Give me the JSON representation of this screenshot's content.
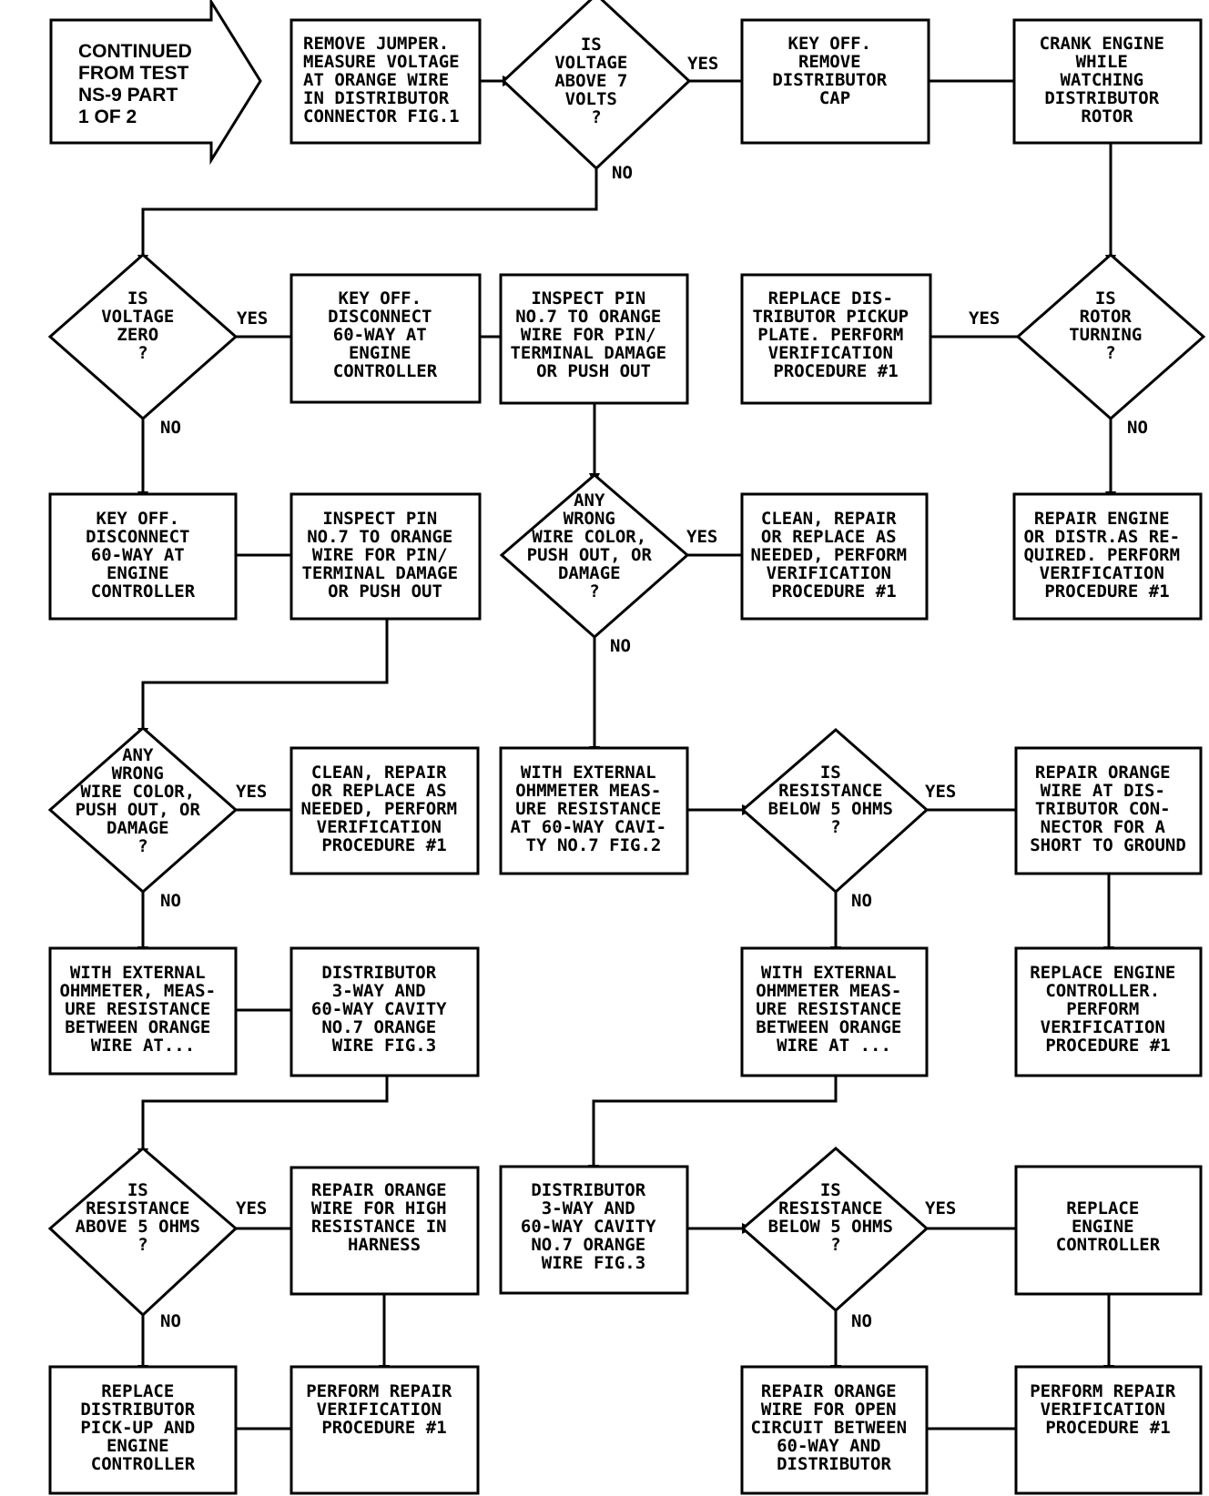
{
  "nodes": {
    "start": {
      "lines": [
        "CONTINUED",
        "FROM TEST",
        "NS-9 PART",
        "1 OF 2"
      ]
    },
    "n_remove_jumper": {
      "lines": [
        "REMOVE JUMPER.",
        "MEASURE VOLTAGE",
        "AT ORANGE WIRE",
        "IN DISTRIBUTOR",
        "CONNECTOR FIG.1"
      ]
    },
    "d_voltage_above_7": {
      "lines": [
        "IS",
        "VOLTAGE",
        "ABOVE 7",
        "VOLTS",
        "?"
      ]
    },
    "n_remove_cap": {
      "lines": [
        "KEY OFF.",
        "REMOVE",
        "DISTRIBUTOR",
        "CAP"
      ]
    },
    "n_crank_engine": {
      "lines": [
        "CRANK ENGINE",
        "WHILE",
        "WATCHING",
        "DISTRIBUTOR",
        "ROTOR"
      ]
    },
    "d_voltage_zero": {
      "lines": [
        "IS",
        "VOLTAGE",
        "ZERO",
        "?"
      ]
    },
    "n_disconnect_60way_a": {
      "lines": [
        "KEY OFF.",
        "DISCONNECT",
        "60-WAY AT",
        "ENGINE",
        "CONTROLLER"
      ]
    },
    "n_inspect_pin_a": {
      "lines": [
        "INSPECT PIN",
        "NO.7 TO ORANGE",
        "WIRE FOR PIN/",
        "TERMINAL DAMAGE",
        "OR PUSH OUT"
      ]
    },
    "n_replace_pickup_plate": {
      "lines": [
        "REPLACE DIS-",
        "TRIBUTOR PICKUP",
        "PLATE. PERFORM",
        "VERIFICATION",
        "PROCEDURE #1"
      ]
    },
    "d_rotor_turning": {
      "lines": [
        "IS",
        "ROTOR",
        "TURNING",
        "?"
      ]
    },
    "n_disconnect_60way_b": {
      "lines": [
        "KEY OFF.",
        "DISCONNECT",
        "60-WAY AT",
        "ENGINE",
        "CONTROLLER"
      ]
    },
    "n_inspect_pin_b": {
      "lines": [
        "INSPECT PIN",
        "NO.7 TO ORANGE",
        "WIRE FOR PIN/",
        "TERMINAL DAMAGE",
        "OR PUSH OUT"
      ]
    },
    "d_wrong_color_a": {
      "lines": [
        "ANY",
        "WRONG",
        "WIRE COLOR,",
        "PUSH OUT, OR",
        "DAMAGE",
        "?"
      ]
    },
    "n_clean_repair_a": {
      "lines": [
        "CLEAN, REPAIR",
        "OR REPLACE AS",
        "NEEDED, PERFORM",
        "VERIFICATION",
        "PROCEDURE #1"
      ]
    },
    "n_repair_engine_dista": {
      "lines": [
        "REPAIR ENGINE",
        "OR DISTR.AS RE-",
        "QUIRED. PERFORM",
        "VERIFICATION",
        "PROCEDURE #1"
      ]
    },
    "d_wrong_color_b": {
      "lines": [
        "ANY",
        "WRONG",
        "WIRE COLOR,",
        "PUSH OUT, OR",
        "DAMAGE",
        "?"
      ]
    },
    "n_clean_repair_b": {
      "lines": [
        "CLEAN, REPAIR",
        "OR REPLACE AS",
        "NEEDED, PERFORM",
        "VERIFICATION",
        "PROCEDURE #1"
      ]
    },
    "n_ohmmeter_cavity7": {
      "lines": [
        "WITH EXTERNAL",
        "OHMMETER MEAS-",
        "URE RESISTANCE",
        "AT 60-WAY CAVI-",
        "TY NO.7 FIG.2"
      ]
    },
    "d_below_5_a": {
      "lines": [
        "IS",
        "RESISTANCE",
        "BELOW 5 OHMS",
        "?"
      ]
    },
    "n_repair_short": {
      "lines": [
        "REPAIR ORANGE",
        "WIRE AT DIS-",
        "TRIBUTOR CON-",
        "NECTOR FOR A",
        "SHORT TO GROUND"
      ]
    },
    "n_ohmmeter_between_a": {
      "lines": [
        "WITH EXTERNAL",
        "OHMMETER, MEAS-",
        "URE RESISTANCE",
        "BETWEEN ORANGE",
        "WIRE AT..."
      ]
    },
    "n_dist3way_a": {
      "lines": [
        "DISTRIBUTOR",
        "3-WAY AND",
        "60-WAY CAVITY",
        "NO.7 ORANGE",
        "WIRE FIG.3"
      ]
    },
    "n_ohmmeter_between_b": {
      "lines": [
        "WITH EXTERNAL",
        "OHMMETER MEAS-",
        "URE RESISTANCE",
        "BETWEEN ORANGE",
        "WIRE AT ..."
      ]
    },
    "n_replace_controller_a": {
      "lines": [
        "REPLACE ENGINE",
        "CONTROLLER.",
        "PERFORM",
        "VERIFICATION",
        "PROCEDURE #1"
      ]
    },
    "d_above_5": {
      "lines": [
        "IS",
        "RESISTANCE",
        "ABOVE 5 OHMS",
        "?"
      ]
    },
    "n_repair_high_res": {
      "lines": [
        "REPAIR ORANGE",
        "WIRE FOR HIGH",
        "RESISTANCE IN",
        "HARNESS"
      ]
    },
    "n_dist3way_b": {
      "lines": [
        "DISTRIBUTOR",
        "3-WAY AND",
        "60-WAY CAVITY",
        "NO.7 ORANGE",
        "WIRE FIG.3"
      ]
    },
    "d_below_5_b": {
      "lines": [
        "IS",
        "RESISTANCE",
        "BELOW 5 OHMS",
        "?"
      ]
    },
    "n_replace_controller_b": {
      "lines": [
        "REPLACE",
        "ENGINE",
        "CONTROLLER"
      ]
    },
    "n_replace_pickup_controller": {
      "lines": [
        "REPLACE",
        "DISTRIBUTOR",
        "PICK-UP AND",
        "ENGINE",
        "CONTROLLER"
      ]
    },
    "n_perform_repair_a": {
      "lines": [
        "PERFORM REPAIR",
        "VERIFICATION",
        "PROCEDURE #1"
      ]
    },
    "n_repair_open": {
      "lines": [
        "REPAIR ORANGE",
        "WIRE FOR OPEN",
        "CIRCUIT BETWEEN",
        "60-WAY AND",
        "DISTRIBUTOR"
      ]
    },
    "n_perform_repair_b": {
      "lines": [
        "PERFORM REPAIR",
        "VERIFICATION",
        "PROCEDURE #1"
      ]
    }
  },
  "edge_labels": {
    "e1_yes": "YES",
    "e1_no": "NO",
    "e2_yes": "YES",
    "e2_no": "NO",
    "e3_yes": "YES",
    "e3_no": "NO",
    "e4_yes": "YES",
    "e4_no": "NO",
    "e5_yes": "YES",
    "e5_no": "NO",
    "e6_yes": "YES",
    "e6_no": "NO",
    "e7_yes": "YES",
    "e7_no": "NO",
    "e8_yes": "YES",
    "e8_no": "NO"
  }
}
